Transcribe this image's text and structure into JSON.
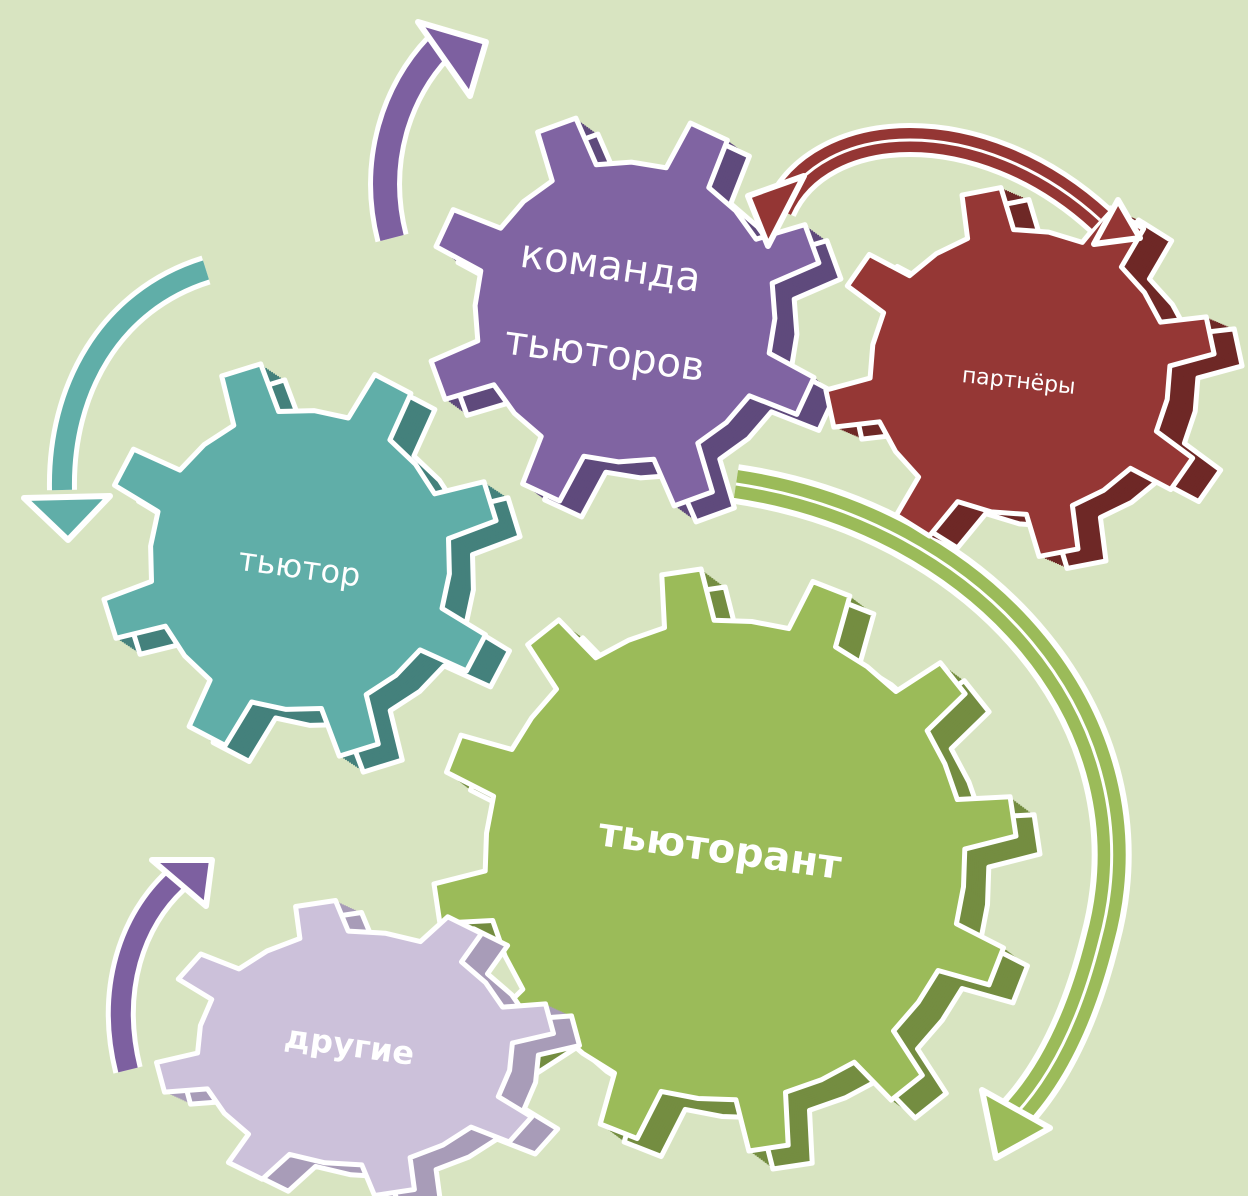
{
  "gears": [
    {
      "id": "komanda",
      "lines": [
        "команда",
        "тьюторов"
      ],
      "color": "#8064a2",
      "side_color": "#5f4a7c",
      "arrow": "curved-up-arrow"
    },
    {
      "id": "partnery",
      "lines": [
        "партнёры"
      ],
      "color": "#953735",
      "side_color": "#6e2826",
      "arrow": "curved-double-arrow"
    },
    {
      "id": "tyutor",
      "lines": [
        "тьютор"
      ],
      "color": "#60aea8",
      "side_color": "#44817c",
      "arrow": "curved-down-arrow"
    },
    {
      "id": "tyutorant",
      "lines": [
        "тьюторант"
      ],
      "color": "#9bbb59",
      "side_color": "#748d41",
      "arrow": "curved-long-arrow"
    },
    {
      "id": "drugie",
      "lines": [
        "другие"
      ],
      "color": "#ccc1da",
      "side_color": "#a89cb8",
      "arrow": "curved-up-arrow"
    }
  ],
  "background": "#d8e4c1"
}
